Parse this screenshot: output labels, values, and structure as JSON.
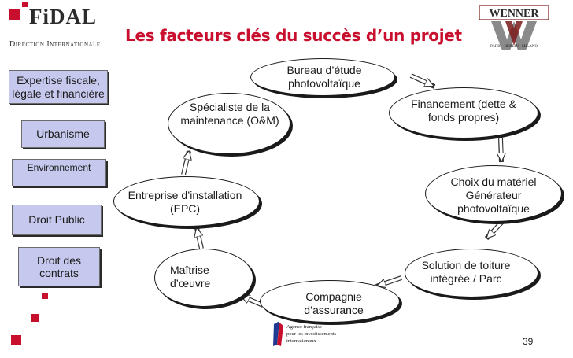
{
  "header": {
    "fidal_logo_text": "FiDAL",
    "fidal_subtitle": "Direction Internationale",
    "title": "Les facteurs clés du succès d’un projet"
  },
  "wenner_logo": {
    "name": "WENNER",
    "cities": "PARIS · BERLIN · MILANO"
  },
  "sidebar": {
    "items": [
      "Expertise fiscale, légale et financière",
      "Urbanisme",
      "Environnement",
      "Droit Public",
      "Droit des contrats"
    ]
  },
  "cycle": {
    "nodes": [
      "Bureau d’étude photovoltaïque",
      "Financement (dette & fonds propres)",
      "Choix du matériel Générateur photovoltaïque",
      "Solution de toiture intégrée / Parc",
      "Compagnie d’assurance",
      "Maîtrise d’œuvre",
      "Entreprise d’installation (EPC)",
      "Spécialiste de la maintenance (O&M)"
    ]
  },
  "footer": {
    "agency_line1": "Agence française",
    "agency_line2": "pour les investissements",
    "agency_line3": "internationaux",
    "page_number": "39"
  },
  "colors": {
    "accent_red": "#c8102e",
    "sidebar_fill": "#c6c9ed",
    "text_dark": "#1a1a1a"
  }
}
